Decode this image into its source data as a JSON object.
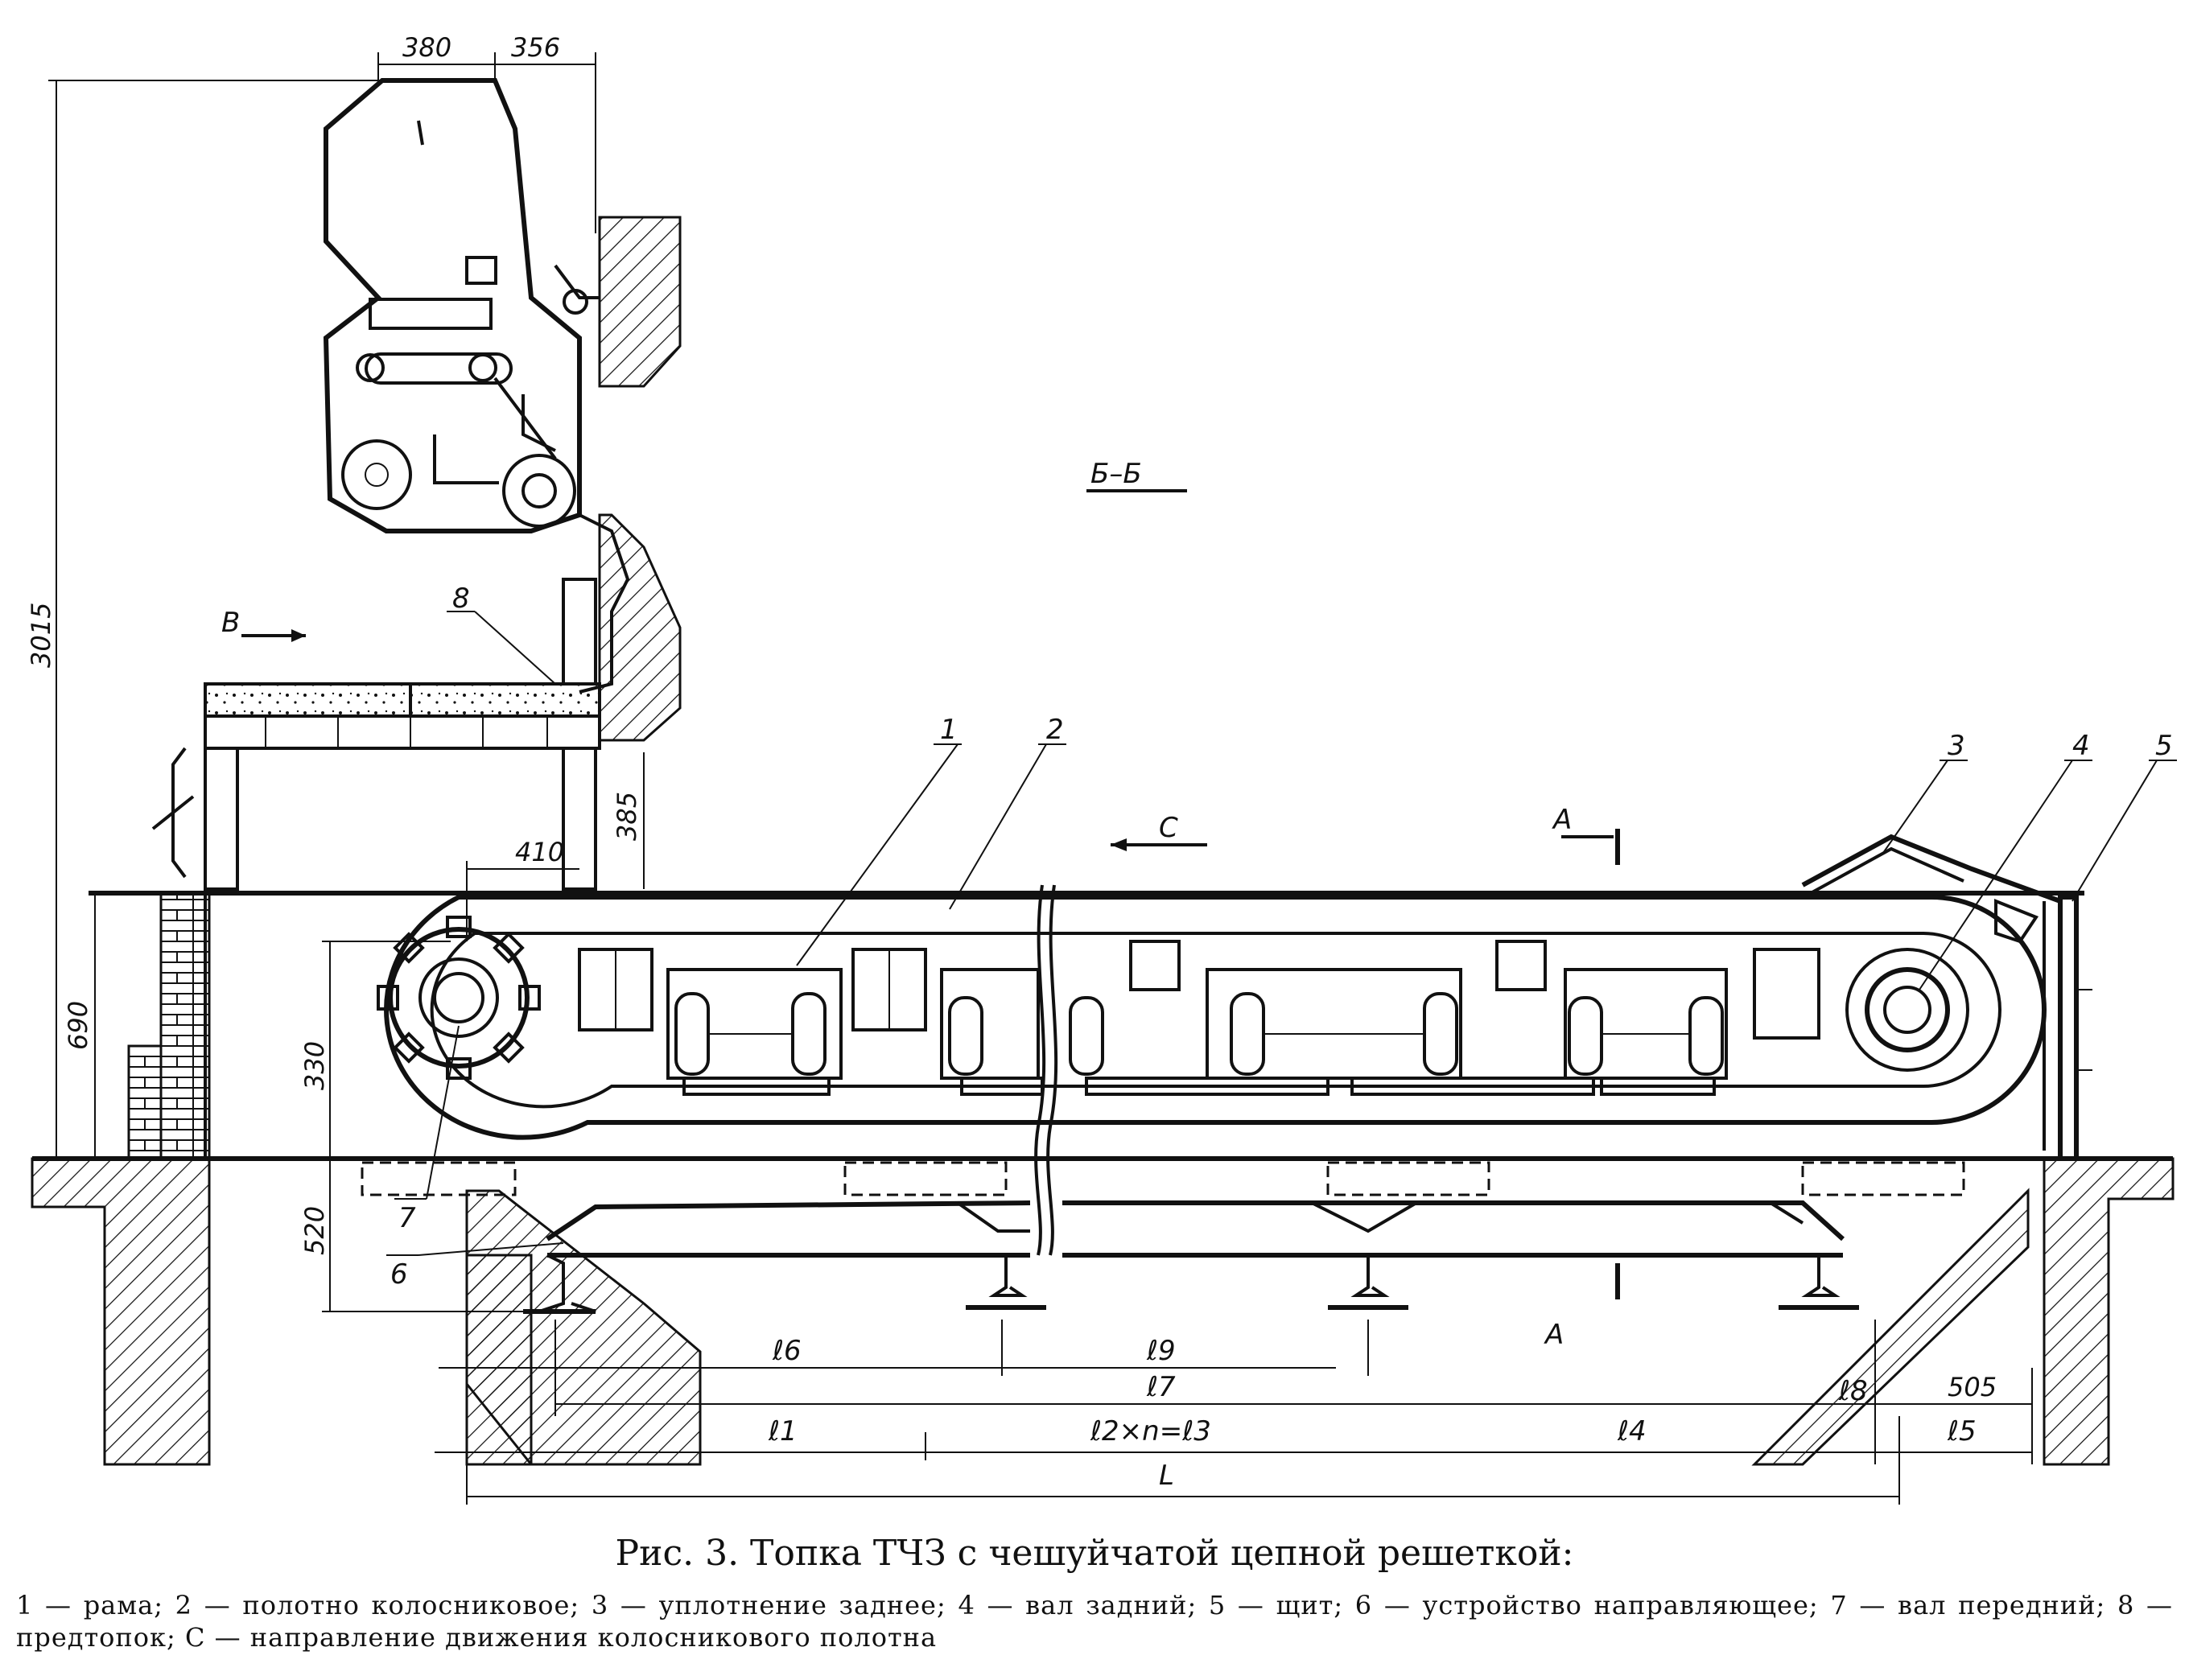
{
  "diagram": {
    "section_label": "Б–Б",
    "arrow_b_label": "В",
    "direction_label": "C",
    "section_cut_label": "A",
    "callouts": [
      "1",
      "2",
      "3",
      "4",
      "5",
      "6",
      "7",
      "8"
    ],
    "dimensions": {
      "top_left": "380",
      "top_right": "356",
      "total_height": "3015",
      "gap_height": "385",
      "offset": "410",
      "frame_height": "690",
      "axle_height": "330",
      "lower_height": "520",
      "last_right": "505"
    },
    "length_labels": {
      "l6": "ℓ6",
      "l9": "ℓ9",
      "l7": "ℓ7",
      "l8": "ℓ8",
      "l1": "ℓ1",
      "l2": "ℓ2×n=ℓ3",
      "l4": "ℓ4",
      "l5": "ℓ5",
      "L": "L"
    }
  },
  "caption": {
    "title": "Рис. 3. Топка ТЧЗ с чешуйчатой цепной решеткой:",
    "legend": "1 — рама; 2 — полотно колосниковое; 3 — уплотнение заднее; 4 — вал задний; 5 — щит; 6 — устройство направляющее; 7 — вал передний; 8 — предтопок; С — направление движения колосникового полотна"
  }
}
